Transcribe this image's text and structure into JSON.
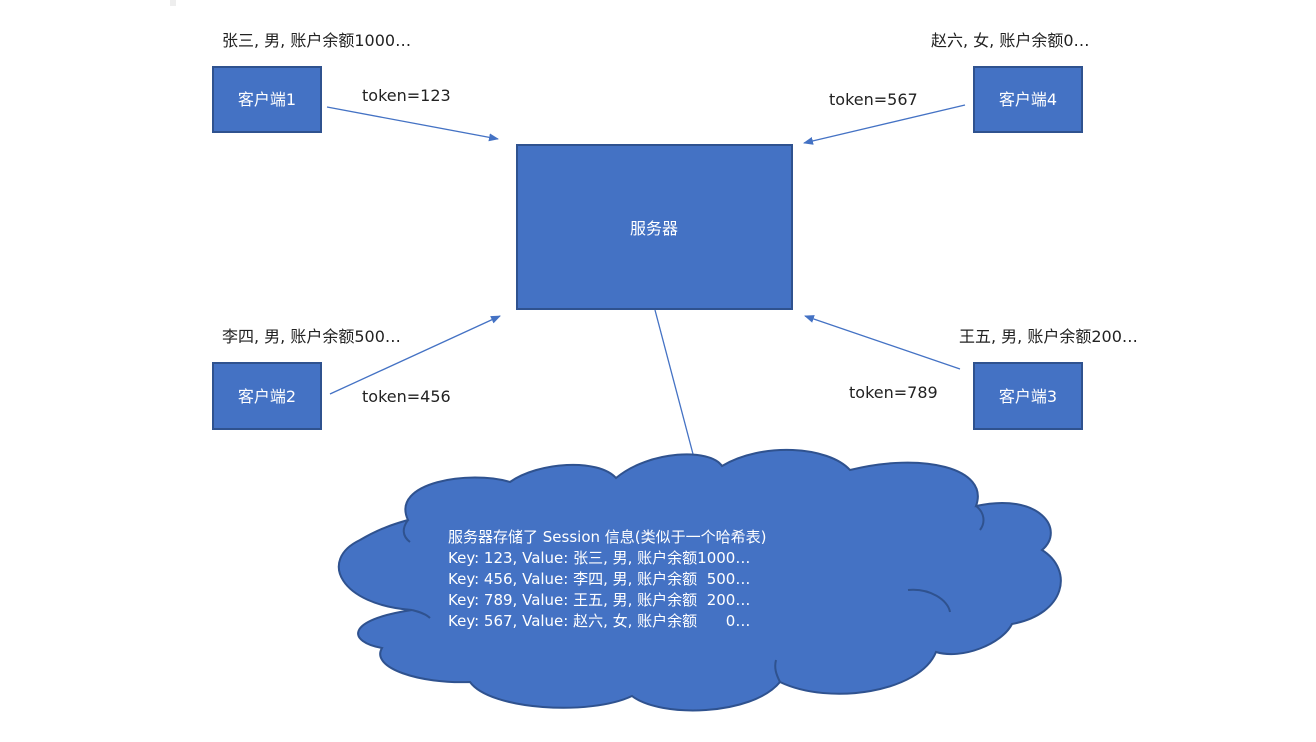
{
  "server": {
    "label": "服务器"
  },
  "clients": [
    {
      "id": "c1",
      "label": "客户端1",
      "info": "张三, 男, 账户余额1000…",
      "token": "token=123"
    },
    {
      "id": "c2",
      "label": "客户端2",
      "info": "李四, 男, 账户余额500…",
      "token": "token=456"
    },
    {
      "id": "c3",
      "label": "客户端3",
      "info": "王五, 男, 账户余额200…",
      "token": "token=789"
    },
    {
      "id": "c4",
      "label": "客户端4",
      "info": "赵六, 女, 账户余额0…",
      "token": "token=567"
    }
  ],
  "session": {
    "title": "服务器存储了 Session 信息(类似于一个哈希表)",
    "lines": [
      "Key: 123, Value: 张三, 男, 账户余额1000…",
      "Key: 456, Value: 李四, 男, 账户余额  500…",
      "Key: 789, Value: 王五, 男, 账户余额  200…",
      "Key: 567, Value: 赵六, 女, 账户余额      0…"
    ]
  },
  "colors": {
    "box_fill": "#4472c4",
    "box_border": "#2f528f",
    "arrow": "#4472c4"
  }
}
